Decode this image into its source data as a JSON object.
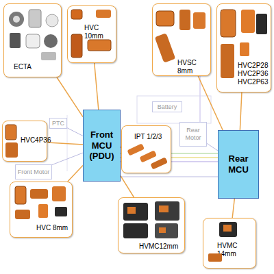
{
  "diagram": {
    "nodes": [
      {
        "text": [
          "ECTA"
        ]
      },
      {
        "text": [
          "HVC 10mm"
        ]
      },
      {
        "text": [
          "HVSC 8mm"
        ]
      },
      {
        "text": [
          "HVC2P28 HVC2P36 HVC2P63"
        ]
      },
      {
        "text": [
          "Battery"
        ]
      },
      {
        "text": [
          "Front MCU (PDU)"
        ]
      },
      {
        "text": [
          "PTC"
        ]
      },
      {
        "text": [
          "HVC4P36"
        ]
      },
      {
        "text": [
          "IPT 1/2/3"
        ]
      },
      {
        "text": [
          "Rear Motor"
        ]
      },
      {
        "text": [
          "Rear MCU"
        ]
      },
      {
        "text": [
          "Front Motor"
        ]
      },
      {
        "text": [
          "HVC 8mm"
        ]
      },
      {
        "text": [
          "HVMC12mm"
        ]
      },
      {
        "text": [
          "HVMC 14mm"
        ]
      }
    ],
    "edges": [
      {
        "from": 0,
        "to": 5,
        "arrow": "none"
      },
      {
        "from": 1,
        "to": 5,
        "arrow": "none"
      },
      {
        "from": 2,
        "to": 10,
        "arrow": "none"
      },
      {
        "from": 3,
        "to": 10,
        "arrow": "none"
      },
      {
        "from": 6,
        "to": 5,
        "arrow": "none"
      },
      {
        "from": 7,
        "to": 5,
        "arrow": "none"
      },
      {
        "from": 8,
        "to": 5,
        "arrow": "none"
      },
      {
        "from": 9,
        "to": 10,
        "arrow": "none"
      },
      {
        "from": 5,
        "to": 10,
        "arrow": "none"
      },
      {
        "from": 11,
        "to": 5,
        "arrow": "none"
      },
      {
        "from": 12,
        "to": 5,
        "arrow": "none"
      },
      {
        "from": 13,
        "to": 5,
        "arrow": "none"
      },
      {
        "from": 14,
        "to": 10,
        "arrow": "none"
      }
    ]
  }
}
